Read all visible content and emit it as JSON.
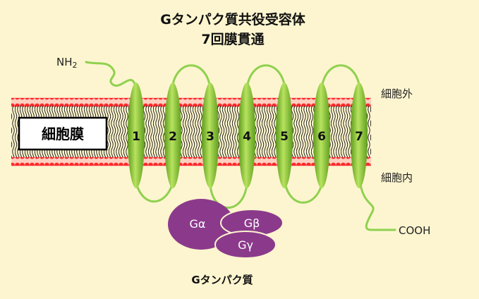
{
  "title": {
    "line1": "Gタンパク質共役受容体",
    "line2": "7回膜貫通"
  },
  "labels": {
    "n_terminus": "NH",
    "n_terminus_sub": "2",
    "c_terminus": "COOH",
    "extracellular": "細胞外",
    "intracellular": "細胞内",
    "membrane": "細胞膜",
    "g_protein": "Gタンパク質"
  },
  "helices": [
    "1",
    "2",
    "3",
    "4",
    "5",
    "6",
    "7"
  ],
  "g_subunits": {
    "alpha": "Gα",
    "beta": "Gβ",
    "gamma": "Gγ"
  },
  "colors": {
    "background": "#fdf5cf",
    "helix": "#7bb52a",
    "helix_light": "#c8ec7a",
    "loop": "#8fd14f",
    "lipid_head": "#ff2020",
    "g_protein": "#8b3a8b"
  }
}
